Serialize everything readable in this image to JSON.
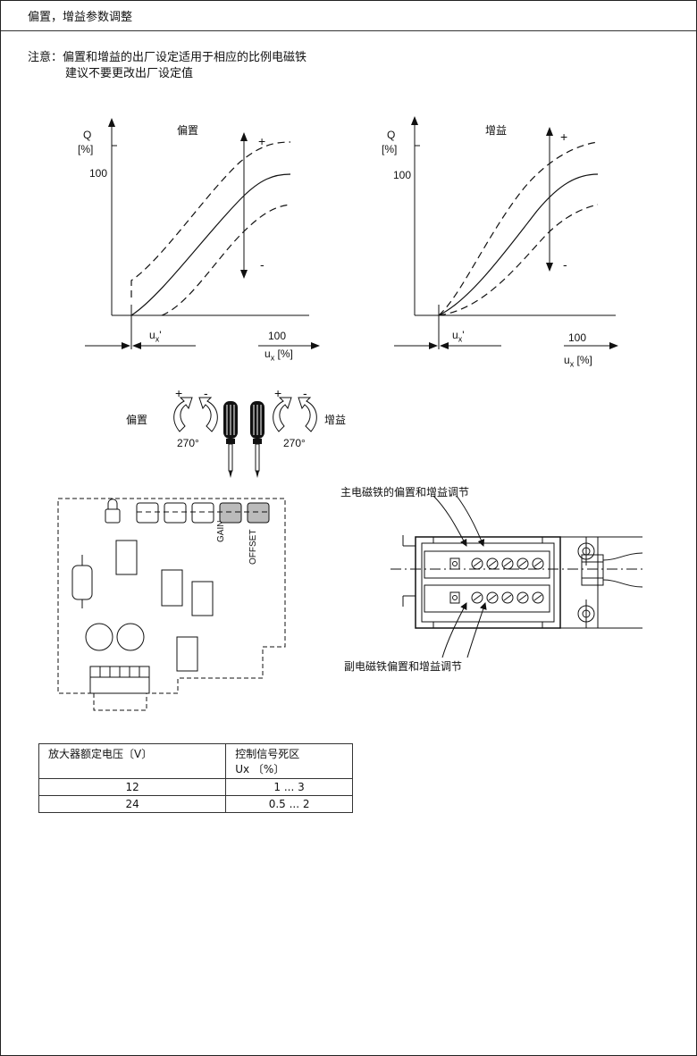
{
  "header": {
    "title": "偏置，增益参数调整"
  },
  "note": {
    "line1": "注意：偏置和增益的出厂设定适用于相应的比例电磁铁",
    "line2": "建议不要更改出厂设定值"
  },
  "graph_offset": {
    "title": "偏置",
    "q": "Q",
    "q_unit": "[%]",
    "y100": "100",
    "plus": "+",
    "minus": "-",
    "ux_prime": "u",
    "ux_sub": "x",
    "ux_prime_mark": "'",
    "x100": "100",
    "ux": "u",
    "ux_unit": "[%]"
  },
  "graph_gain": {
    "title": "增益",
    "q": "Q",
    "q_unit": "[%]",
    "y100": "100",
    "plus": "+",
    "minus": "-",
    "ux_prime": "u",
    "ux_sub": "x",
    "ux_prime_mark": "'",
    "x100": "100",
    "ux": "u",
    "ux_unit": "[%]"
  },
  "adjust": {
    "left_label": "偏置",
    "right_label": "增益",
    "plus": "+",
    "minus": "-",
    "angle": "270°"
  },
  "board": {
    "gain": "GAIN",
    "offset": "OFFSET"
  },
  "valve": {
    "main_label": "主电磁铁的偏置和增益调节",
    "aux_label": "副电磁铁偏置和增益调节"
  },
  "table": {
    "headers": [
      "放大器额定电压〔V〕",
      "控制信号死区",
      "Ux 〔%〕"
    ],
    "rows": [
      [
        "12",
        "1 ... 3"
      ],
      [
        "24",
        "0.5 ... 2"
      ]
    ]
  }
}
